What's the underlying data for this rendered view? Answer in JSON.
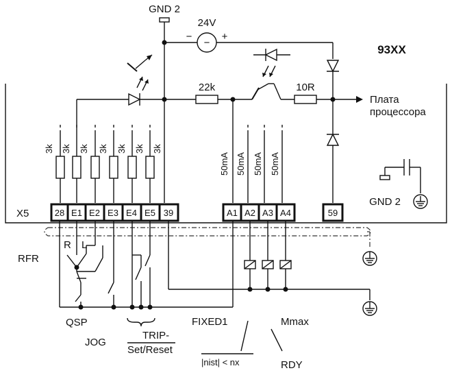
{
  "module": "93XX",
  "connector": "X5",
  "gnd2_top": "GND 2",
  "gnd2_right": "GND 2",
  "supply": {
    "voltage": "24V",
    "minus": "−",
    "plus": "+",
    "circle_minus": "−"
  },
  "resistors": {
    "base": "22k",
    "series": "10R"
  },
  "output_label": [
    "Плата",
    "процессора"
  ],
  "input_resistors": [
    "3k",
    "3k",
    "3k",
    "3k",
    "3k",
    "3k",
    "3k"
  ],
  "output_currents": [
    "50mA",
    "50mA",
    "50mA",
    "50mA"
  ],
  "terminals": [
    "28",
    "E1",
    "E2",
    "E3",
    "E4",
    "E5",
    "39",
    "A1",
    "A2",
    "A3",
    "A4",
    "59"
  ],
  "switch_labels": {
    "rfr": "RFR",
    "r": "R",
    "l": "L",
    "qsp": "QSP",
    "jog": "JOG",
    "trip": "TRIP-",
    "set_reset": "Set/Reset"
  },
  "relay_labels": {
    "fixed1": "FIXED1",
    "nist": "|nist| < nx",
    "rdy": "RDY",
    "mmax": "Mmax"
  }
}
